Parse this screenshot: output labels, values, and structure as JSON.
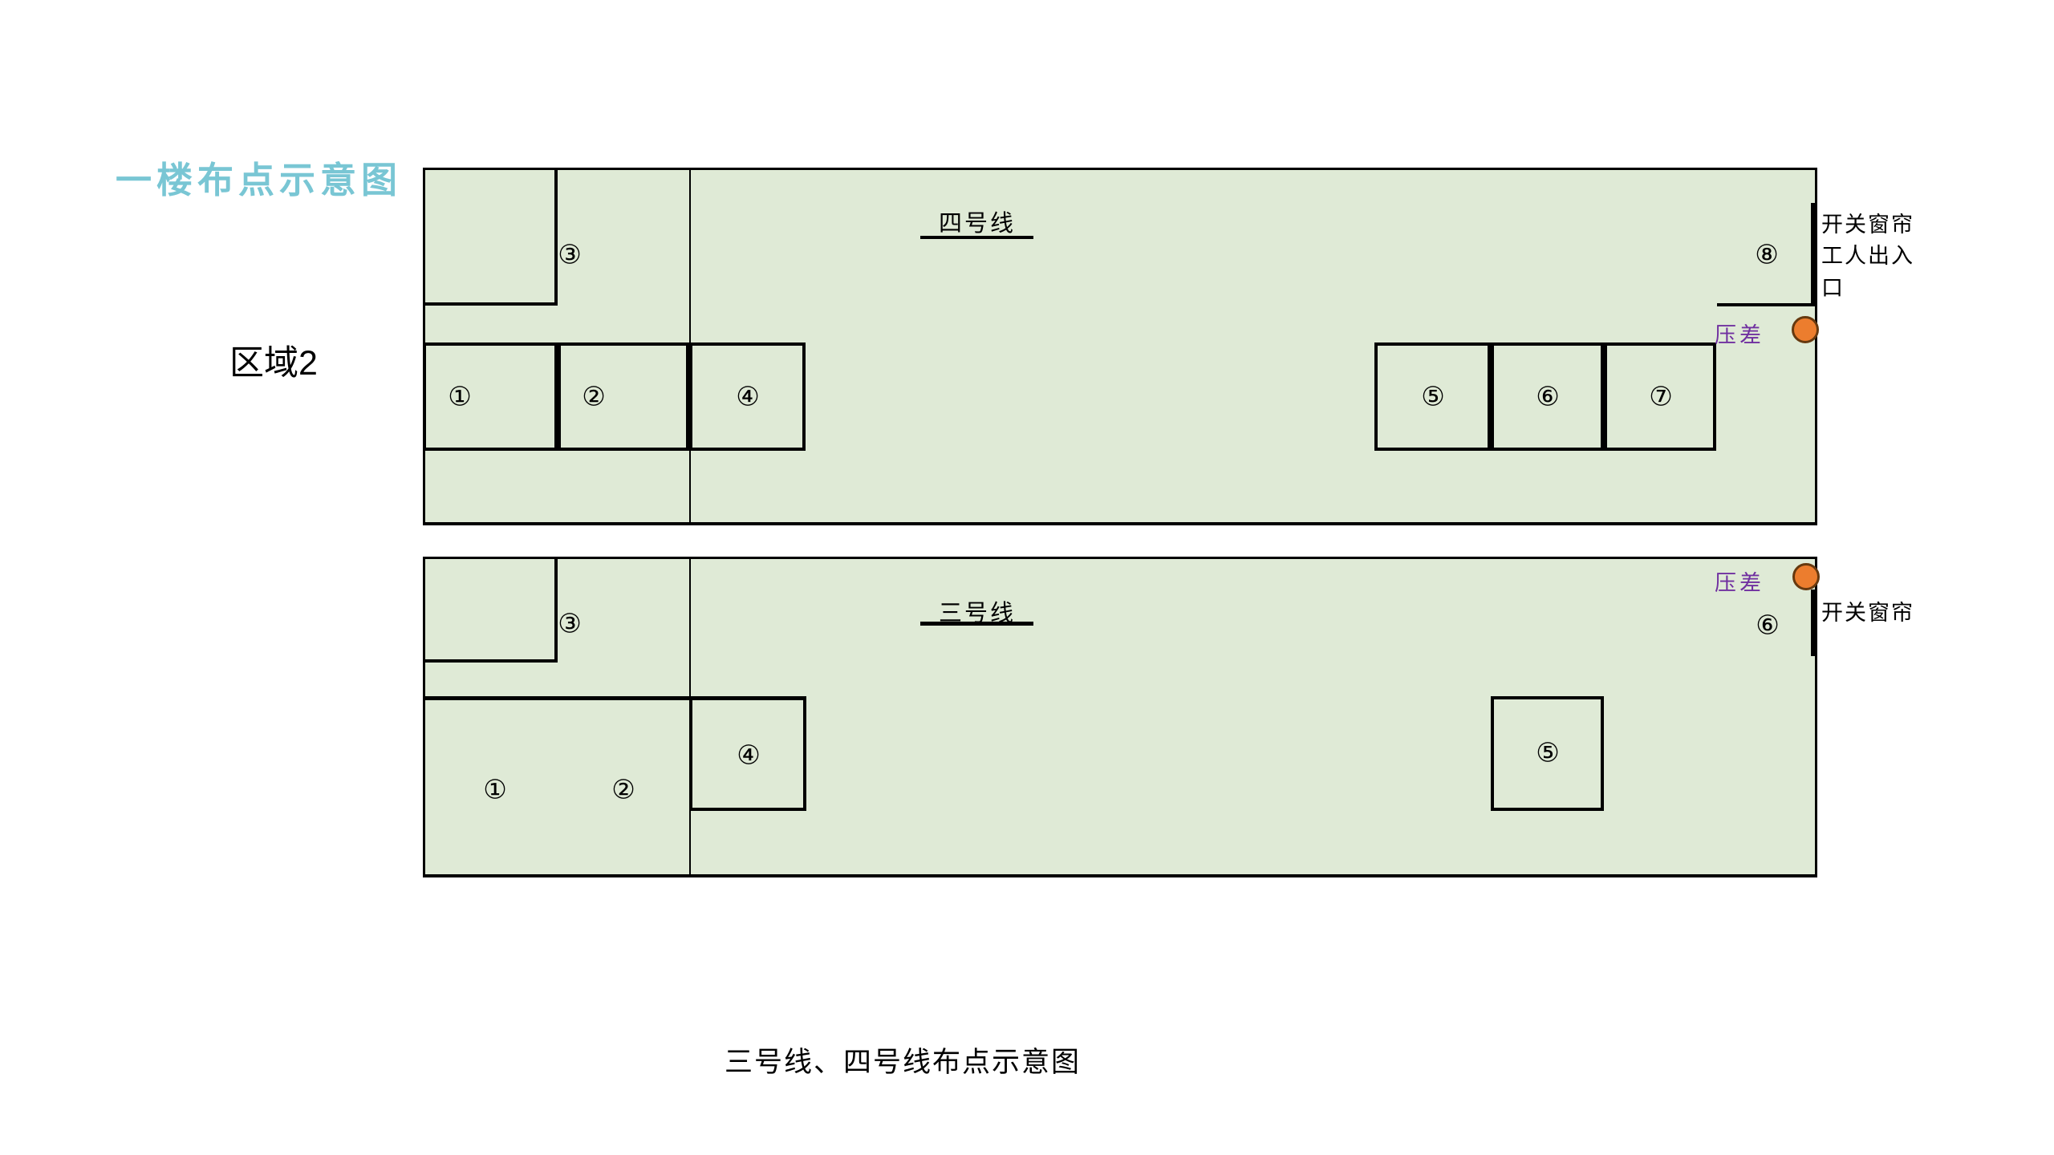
{
  "page": {
    "title": "一楼布点示意图",
    "area_label": "区域2",
    "caption": "三号线、四号线布点示意图"
  },
  "colors": {
    "title_text": "#79c6d4",
    "floor_fill": "#dfead6",
    "wall": "#000000",
    "pressure_text": "#7030a0",
    "sensor_fill": "#ec7d2e",
    "sensor_border": "#66390f"
  },
  "floor4": {
    "line_label": "四号线",
    "pressure_label": "压差",
    "curtain_label": "开关窗帘",
    "entrance_label": "工人出入口",
    "points": {
      "p1": "①",
      "p2": "②",
      "p3": "③",
      "p4": "④",
      "p5": "⑤",
      "p6": "⑥",
      "p7": "⑦",
      "p8": "⑧"
    }
  },
  "floor3": {
    "line_label": "三号线",
    "pressure_label": "压差",
    "curtain_label": "开关窗帘",
    "points": {
      "p1": "①",
      "p2": "②",
      "p3": "③",
      "p4": "④",
      "p5": "⑤",
      "p6": "⑥"
    }
  }
}
